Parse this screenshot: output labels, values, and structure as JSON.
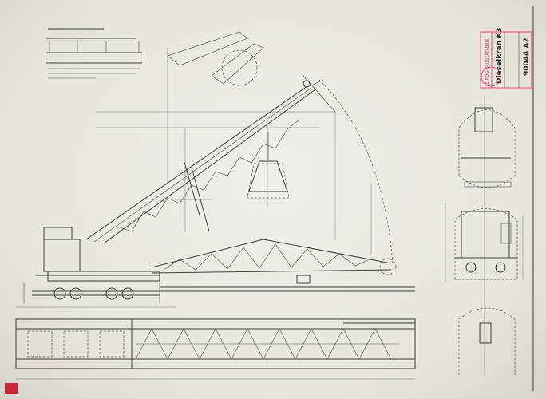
{
  "title_block": {
    "company": "LEIPZIG-BAGGERFABRIK",
    "drawing_title": "Dieselkran K3",
    "drawing_number": "90044 A2"
  },
  "colors": {
    "paper": "#ece9e2",
    "ink": "#3c403d",
    "stamp": "#e0527a"
  }
}
